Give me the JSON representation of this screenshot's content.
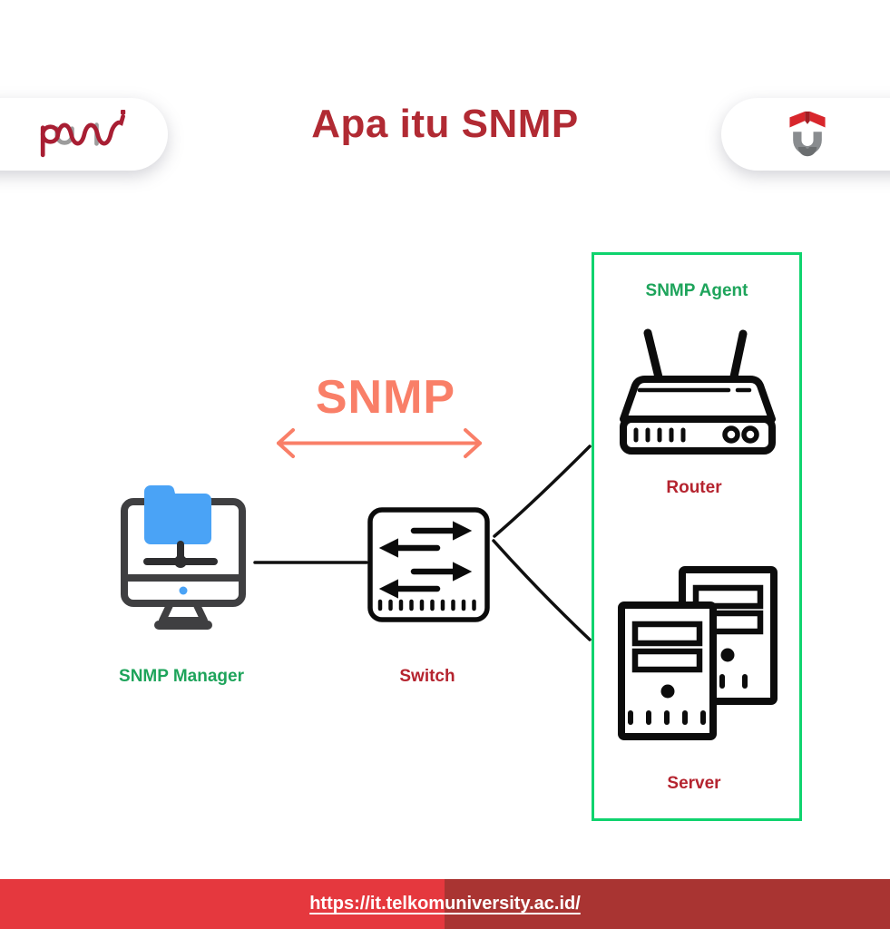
{
  "header": {
    "title": "Apa itu SNMP",
    "left_logo_text": "puti"
  },
  "diagram": {
    "protocol_label": "SNMP",
    "nodes": {
      "manager": {
        "label": "SNMP Manager"
      },
      "switch": {
        "label": "Switch"
      },
      "router": {
        "label": "Router"
      },
      "server": {
        "label": "Server"
      }
    },
    "agent_box": {
      "label": "SNMP Agent"
    }
  },
  "footer": {
    "url_text": "https://it.telkomuniversity.ac.id/"
  },
  "colors": {
    "title_red": "#B12A33",
    "label_red": "#B5242F",
    "coral": "#F97F68",
    "green_text": "#1EA45B",
    "green_border": "#0FD36E",
    "folder_blue": "#4AA3F6",
    "monitor_gray": "#3F3F41",
    "icon_black": "#0D0D0D",
    "footer_red_left": "#E5383E",
    "footer_red_right": "#A93432"
  }
}
